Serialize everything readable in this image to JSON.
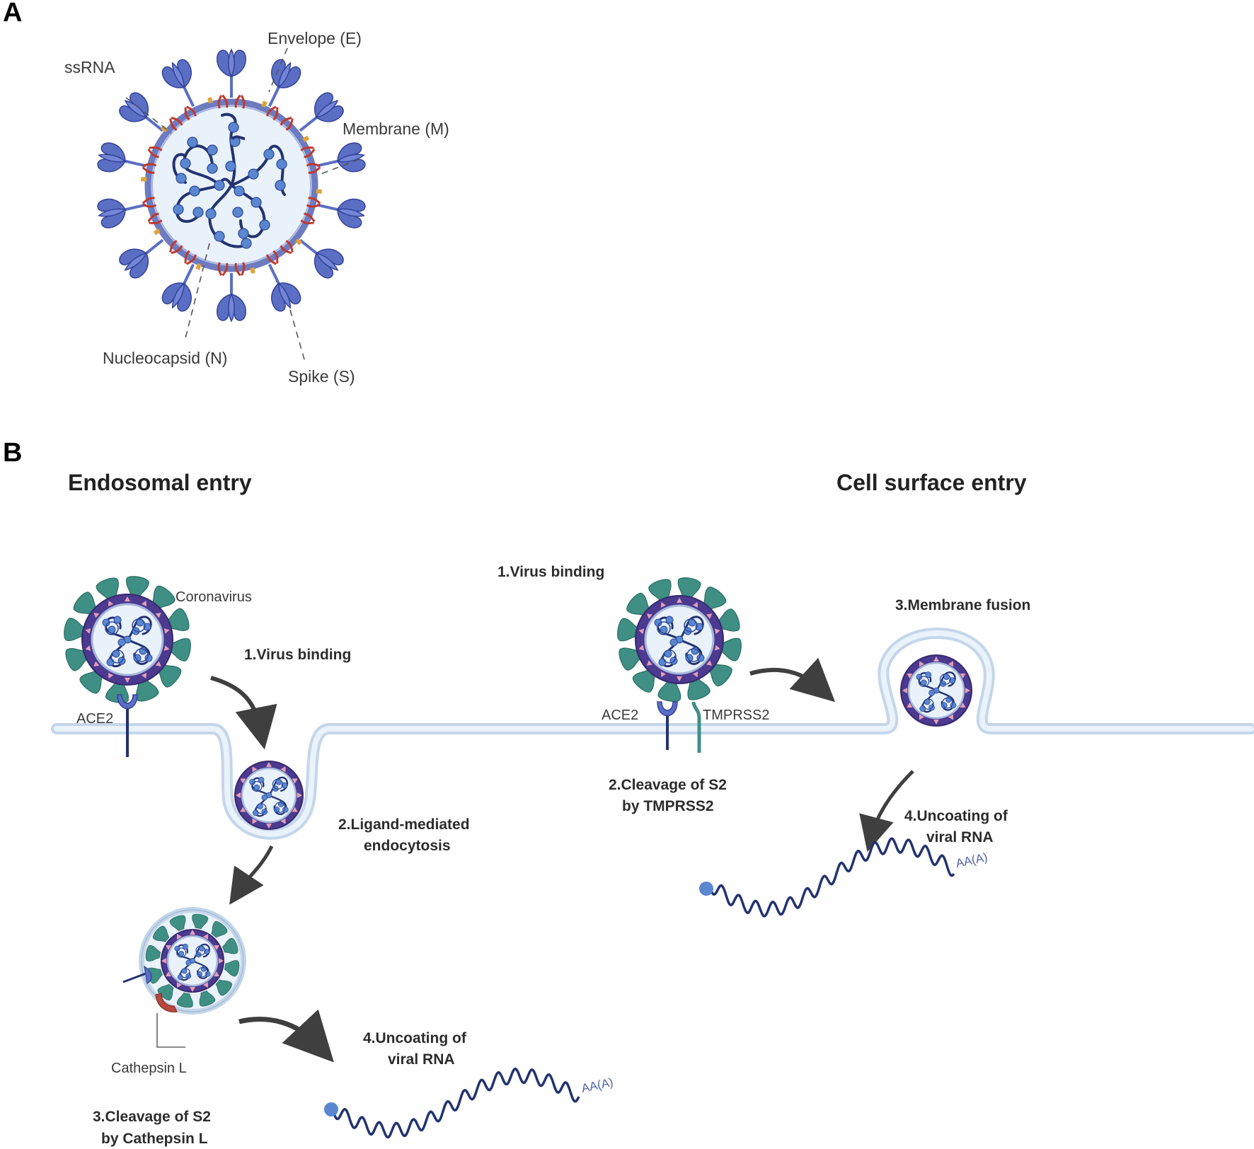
{
  "panel_a": {
    "letter": "A",
    "labels": {
      "envelope": "Envelope (E)",
      "ssrna": "ssRNA",
      "membrane": "Membrane (M)",
      "nucleocapsid": "Nucleocapsid (N)",
      "spike": "Spike (S)"
    }
  },
  "panel_b": {
    "letter": "B",
    "endosomal": {
      "heading": "Endosomal entry",
      "coronavirus": "Coronavirus",
      "ace2": "ACE2",
      "step1": "1.Virus binding",
      "step2_l1": "2.Ligand-mediated",
      "step2_l2": "endocytosis",
      "cathepsin": "Cathepsin L",
      "step3_l1": "3.Cleavage of S2",
      "step3_l2": "by Cathepsin L",
      "step4_l1": "4.Uncoating of",
      "step4_l2": "viral RNA",
      "polya": "AA(A)"
    },
    "surface": {
      "heading": "Cell surface entry",
      "step1": "1.Virus binding",
      "ace2": "ACE2",
      "tmprss2": "TMPRSS2",
      "step2_l1": "2.Cleavage of S2",
      "step2_l2": "by TMPRSS2",
      "step3": "3.Membrane fusion",
      "step4_l1": "4.Uncoating of",
      "step4_l2": "viral RNA",
      "polya": "AA(A)"
    }
  },
  "colors": {
    "spike_blue": "#5a6fc4",
    "envelope_ring": "#6d7bc0",
    "particle_fill": "#e9f1fb",
    "rna_dark": "#23336f",
    "protein_dot": "#5b86d0",
    "membrane_red": "#c0392b",
    "teal_spike": "#3f8f84",
    "purple_ring": "#4b3a8f",
    "pink_marker": "#e4a0b8",
    "cell_membrane": "#c4d6ea",
    "arrow": "#3f3f3f"
  }
}
